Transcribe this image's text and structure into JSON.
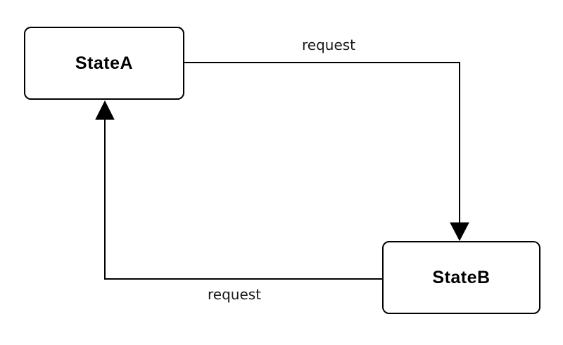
{
  "diagram": {
    "type": "state-diagram",
    "background_color": "#ffffff",
    "stroke_color": "#000000",
    "node_fill_color": "#ffffff",
    "nodes": [
      {
        "id": "state-a",
        "label": "StateA"
      },
      {
        "id": "state-b",
        "label": "StateB"
      }
    ],
    "edges": [
      {
        "from": "state-a",
        "to": "state-b",
        "label": "request",
        "route": "right-then-down",
        "label_position": "top"
      },
      {
        "from": "state-b",
        "to": "state-a",
        "label": "request",
        "route": "left-then-up",
        "label_position": "bottom"
      }
    ]
  }
}
